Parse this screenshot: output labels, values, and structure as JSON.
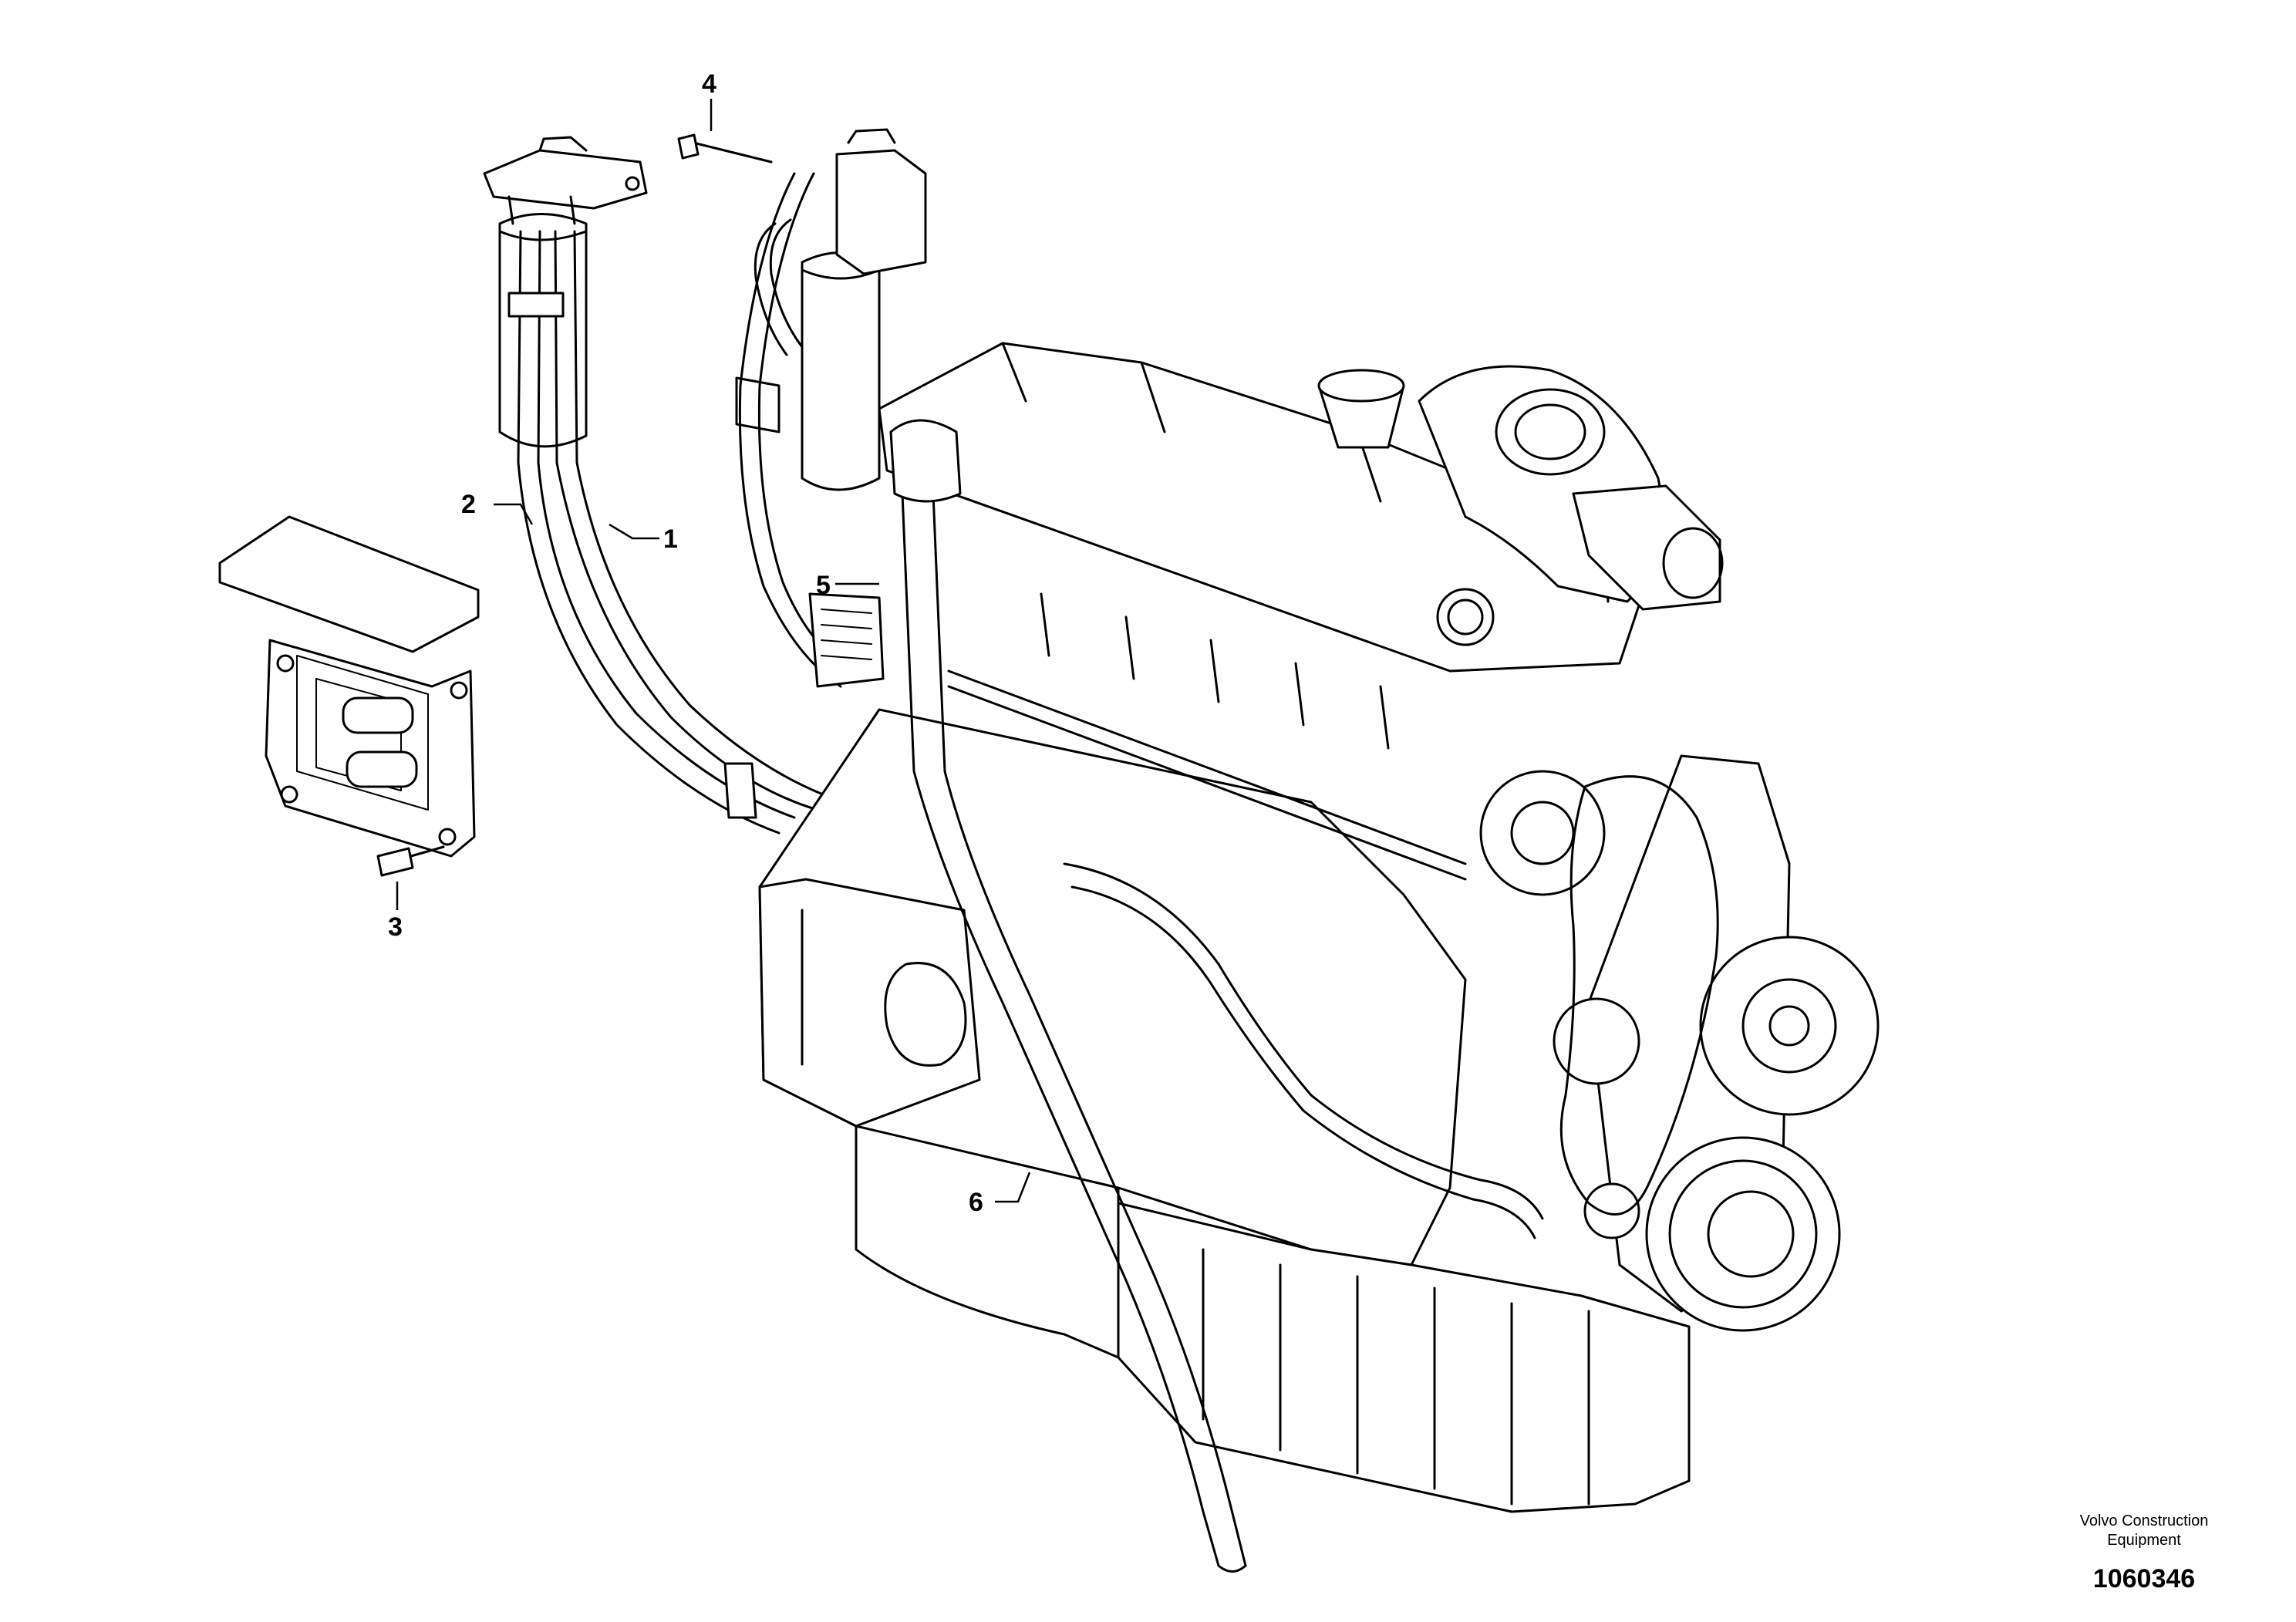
{
  "callouts": [
    {
      "id": "1",
      "label": "1"
    },
    {
      "id": "2",
      "label": "2"
    },
    {
      "id": "3",
      "label": "3"
    },
    {
      "id": "4",
      "label": "4"
    },
    {
      "id": "5",
      "label": "5"
    },
    {
      "id": "6",
      "label": "6"
    }
  ],
  "footer": {
    "brand_line1": "Volvo Construction",
    "brand_line2": "Equipment",
    "drawing_number": "1060346"
  }
}
